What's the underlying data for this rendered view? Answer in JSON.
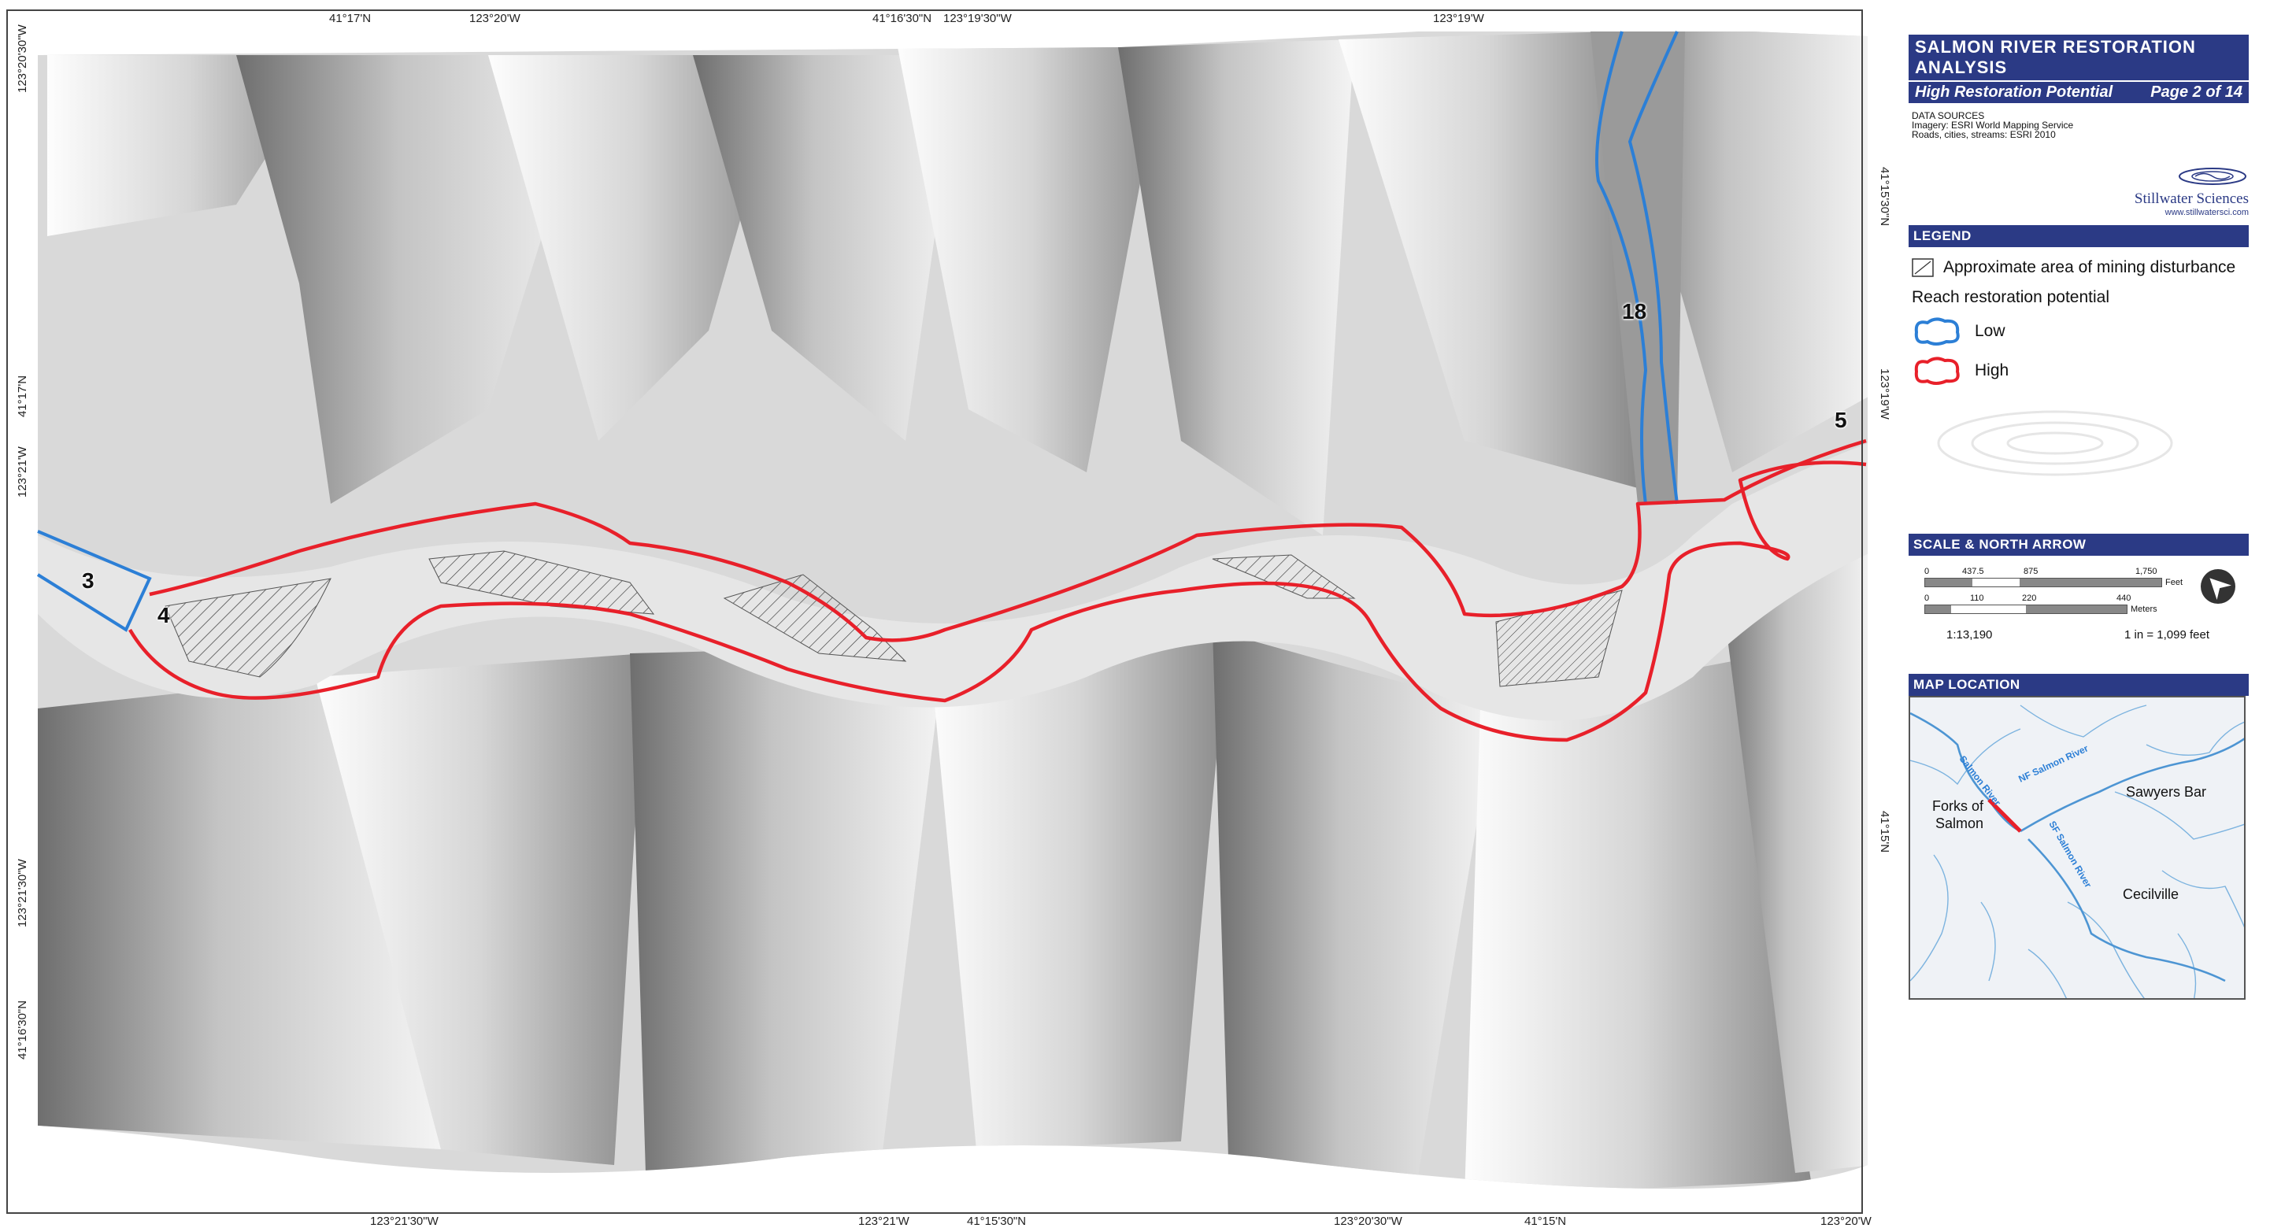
{
  "panel": {
    "title": "SALMON RIVER RESTORATION ANALYSIS",
    "subtitle": "High Restoration Potential",
    "page": "Page 2 of 14",
    "data_sources": {
      "heading": "DATA SOURCES",
      "lines": [
        "Imagery: ESRI World Mapping Service",
        "Roads, cities, streams: ESRI 2010"
      ]
    },
    "logo": {
      "name": "Stillwater Sciences",
      "url": "www.stillwatersci.com"
    },
    "legend": {
      "heading": "LEGEND",
      "mining_label": "Approximate area of mining disturbance",
      "reach_heading": "Reach restoration potential",
      "low_label": "Low",
      "high_label": "High"
    },
    "scale": {
      "heading": "SCALE & NORTH ARROW",
      "feet_ticks": [
        "0",
        "437.5",
        "875",
        "1,750"
      ],
      "feet_unit": "Feet",
      "meter_ticks": [
        "0",
        "110",
        "220",
        "440"
      ],
      "meter_unit": "Meters",
      "ratio": "1:13,190",
      "inch": "1 in = 1,099 feet"
    },
    "location": {
      "heading": "MAP LOCATION",
      "places": [
        "Sawyers Bar",
        "Forks of",
        "Salmon",
        "Cecilville"
      ],
      "rivers": [
        "Salmon River",
        "NF Salmon River",
        "SF Salmon River"
      ]
    }
  },
  "coords": {
    "top": [
      "41°17'N",
      "123°20'W",
      "41°16'30\"N",
      "123°19'30\"W",
      "123°19'W"
    ],
    "bottom": [
      "123°21'30\"W",
      "123°21'W",
      "41°15'30\"N",
      "123°20'30\"W",
      "41°15'N",
      "123°20'W"
    ],
    "left": [
      "123°20'30\"W",
      "41°17'N",
      "123°21'W",
      "123°21'30\"W",
      "41°16'30\"N"
    ],
    "right": [
      "41°15'30\"N",
      "123°19'W",
      "41°15'N"
    ]
  },
  "reaches": [
    "3",
    "4",
    "5",
    "18"
  ],
  "colors": {
    "high": "#e8202a",
    "low": "#2c7fd6",
    "panel": "#2b3a85"
  }
}
